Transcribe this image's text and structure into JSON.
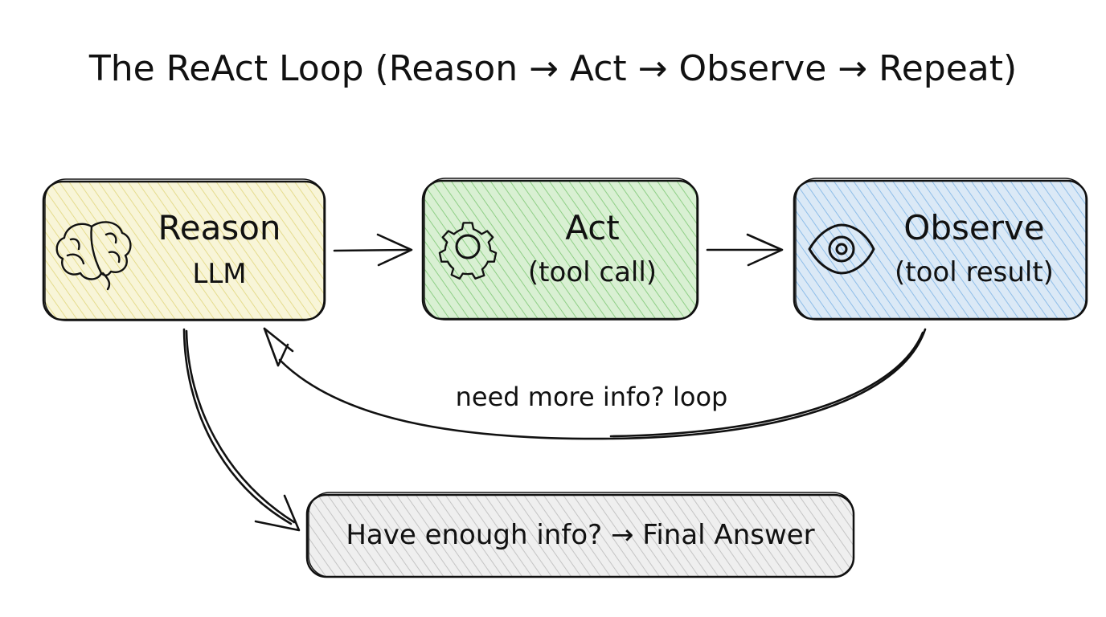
{
  "title": "The ReAct Loop (Reason → Act → Observe → Repeat)",
  "nodes": {
    "reason": {
      "label": "Reason",
      "sublabel": "LLM",
      "icon": "brain-icon",
      "fill": "#f6f2c8"
    },
    "act": {
      "label": "Act",
      "sublabel": "(tool call)",
      "icon": "gear-icon",
      "fill": "#cfeac7"
    },
    "observe": {
      "label": "Observe",
      "sublabel": "(tool result)",
      "icon": "eye-icon",
      "fill": "#cde0f2"
    },
    "final": {
      "label": "Have enough info? → Final Answer",
      "fill": "#e6e6e6"
    }
  },
  "edges": {
    "loop_label": "need more info? loop"
  },
  "colors": {
    "stroke": "#111111",
    "hatch_reason": "#e9e08a",
    "hatch_act": "#8fcf86",
    "hatch_observe": "#8ebde8",
    "hatch_final": "#bdbdbd"
  }
}
